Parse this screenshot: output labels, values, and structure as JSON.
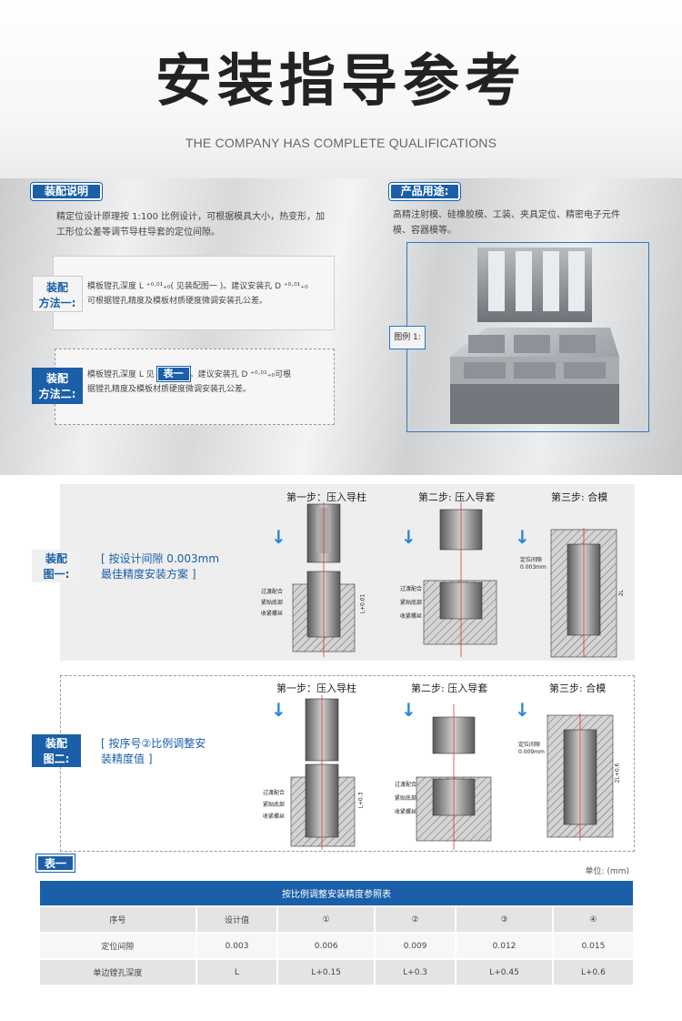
{
  "header": {
    "title": "安装指导参考",
    "subtitle": "THE COMPANY HAS COMPLETE QUALIFICATIONS"
  },
  "assembly": {
    "tag": "装配说明",
    "desc_line1": "精定位设计原理按 1:100 比例设计，可根据模具大小，热变形，加",
    "desc_line2": "工形位公差等调节导柱导套的定位间隙。",
    "method1": {
      "label_line1": "装配",
      "label_line2": "方法一:",
      "line1": "模板镗孔深度 L ⁺⁰·⁰¹₊₀( 见装配图一 )。建议安装孔 D ⁺⁰·⁰¹₊₀",
      "line2": "可根据镗孔精度及模板材质硬度微调安装孔公差。"
    },
    "method2": {
      "label_line1": "装配",
      "label_line2": "方法二:",
      "line1_pre": "模板镗孔深度 L 见",
      "inline_tag": "表一",
      "line1_post": "。建议安装孔 D ⁺⁰·⁰¹₊₀可根",
      "line2": "据镗孔精度及模板材质硬度微调安装孔公差。"
    }
  },
  "usage": {
    "tag": "产品用途:",
    "line1": "高精注射模、硅橡胶模、工装、夹具定位、精密电子元件",
    "line2": "模、容器模等。",
    "figure_label": "图例 1:"
  },
  "diagram1": {
    "label_line1": "装配",
    "label_line2": "图一:",
    "desc_line1": "[ 按设计间隙 0.003mm",
    "desc_line2": "最佳精度安装方案 ]",
    "step1": "第一步：压入导柱",
    "step2": "第二步: 压入导套",
    "step3": "第三步: 合模",
    "callouts": [
      "过渡配合",
      "紧贴底部",
      "收紧螺丝"
    ],
    "gap_label": "定位间隙",
    "gap_value": "0.003mm",
    "dim_label": "L+0.01",
    "dim_label2": "2L"
  },
  "diagram2": {
    "label_line1": "装配",
    "label_line2": "图二:",
    "desc_line1": "[ 按序号②比例调整安",
    "desc_line2": "装精度值 ]",
    "step1": "第一步：压入导柱",
    "step2": "第二步: 压入导套",
    "step3": "第三步: 合模",
    "callouts": [
      "过渡配合",
      "紧贴底部",
      "收紧螺丝"
    ],
    "gap_label": "定位间隙",
    "gap_value": "0.009mm",
    "dim_label": "L+0.3",
    "dim_label2": "2L+0.6"
  },
  "table": {
    "tag": "表一",
    "unit": "单位:  (mm)",
    "caption": "按比例调整安装精度参照表",
    "headers": [
      "序号",
      "设计值",
      "①",
      "②",
      "③",
      "④"
    ],
    "rows": [
      [
        "定位间隙",
        "0.003",
        "0.006",
        "0.009",
        "0.012",
        "0.015"
      ],
      [
        "单边镗孔深度",
        "L",
        "L+0.15",
        "L+0.3",
        "L+0.45",
        "L+0.6"
      ]
    ]
  }
}
